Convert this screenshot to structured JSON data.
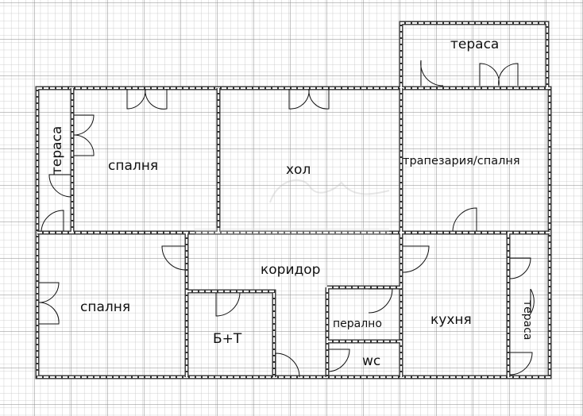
{
  "rooms": {
    "terrace_top": "тераса",
    "terrace_left": "тераса",
    "bedroom_1": "спалня",
    "hall": "хол",
    "dining_bedroom": "трапезария/спалня",
    "corridor": "коридор",
    "bedroom_2": "спалня",
    "bath_wc": "Б+Т",
    "laundry": "перално",
    "wc": "wc",
    "kitchen": "кухня",
    "terrace_right": "тераса"
  },
  "colors": {
    "grid_minor": "#c4c4c4",
    "grid_major": "#8a8a8a",
    "wall": "#333333"
  }
}
